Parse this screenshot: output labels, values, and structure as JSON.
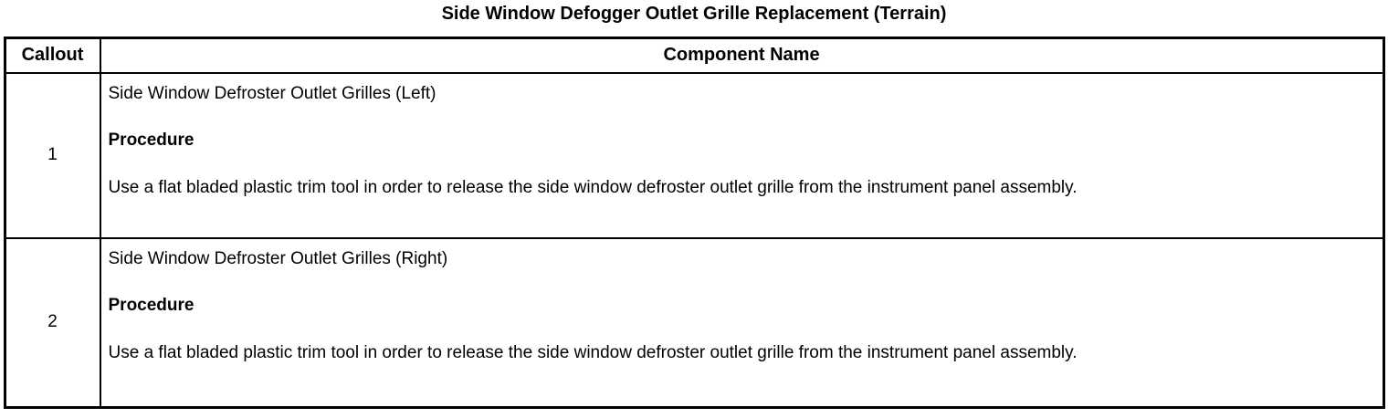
{
  "title": "Side Window Defogger Outlet Grille Replacement (Terrain)",
  "colors": {
    "text": "#000000",
    "background": "#ffffff",
    "border": "#000000"
  },
  "table": {
    "headers": [
      "Callout",
      "Component Name"
    ],
    "rows": [
      {
        "callout": "1",
        "component": "Side Window Defroster Outlet Grilles (Left)",
        "procedure_label": "Procedure",
        "procedure_text": "Use a flat bladed plastic trim tool in order to release the side window defroster outlet grille from the instrument panel assembly."
      },
      {
        "callout": "2",
        "component": "Side Window Defroster Outlet Grilles (Right)",
        "procedure_label": "Procedure",
        "procedure_text": "Use a flat bladed plastic trim tool in order to release the side window defroster outlet grille from the instrument panel assembly."
      }
    ]
  }
}
